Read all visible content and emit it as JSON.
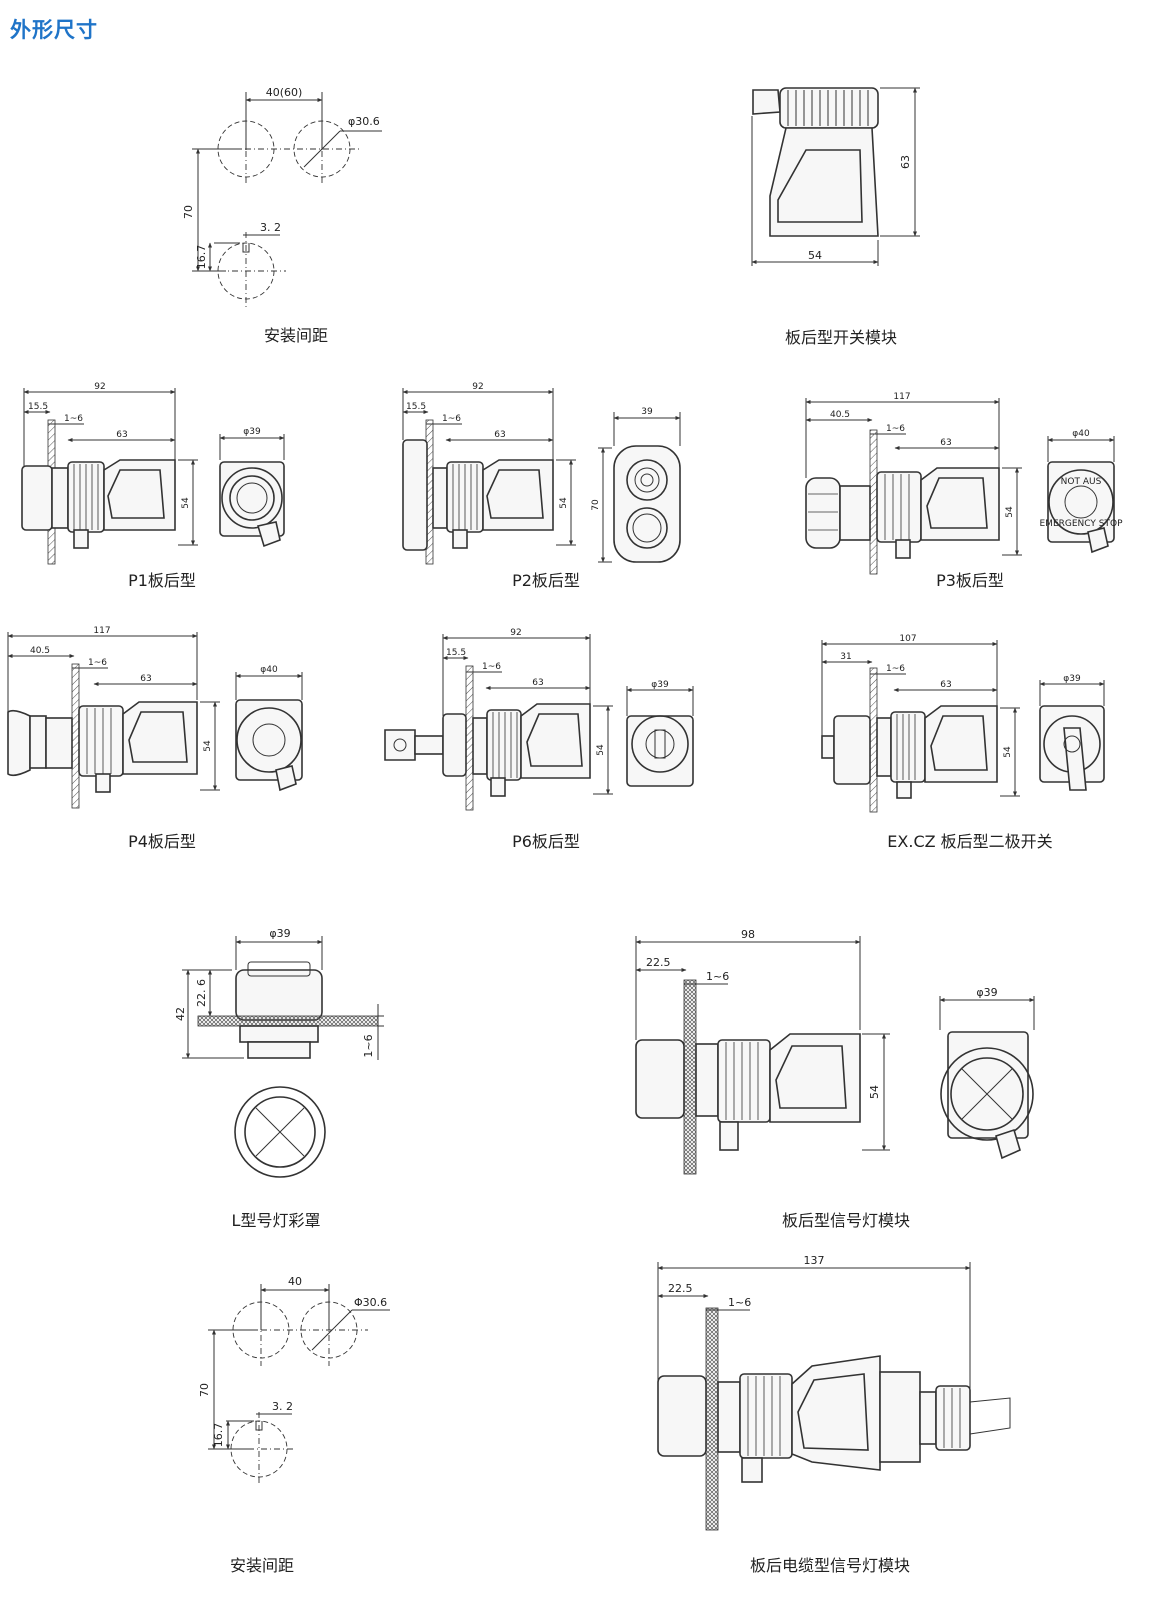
{
  "page_title": "外形尺寸",
  "captions": {
    "mount_spacing_top": "安装间距",
    "switch_module": "板后型开关模块",
    "p1": "P1板后型",
    "p2": "P2板后型",
    "p3": "P3板后型",
    "p4": "P4板后型",
    "p6": "P6板后型",
    "excz": "EX.CZ 板后型二极开关",
    "l_cover": "L型号灯彩罩",
    "lamp_module": "板后型信号灯模块",
    "mount_spacing_bottom": "安装间距",
    "cable_lamp_module": "板后电缆型信号灯模块"
  },
  "dims": {
    "spacing_top": {
      "pitch": "40(60)",
      "dia": "φ30.6",
      "height": "70",
      "key_w": "3. 2",
      "key_h": "16.7"
    },
    "switch_module": {
      "h": "63",
      "w": "54"
    },
    "p1": {
      "total": "92",
      "a": "15.5",
      "b": "1~6",
      "body": "63",
      "h": "54",
      "dia": "φ39"
    },
    "p2": {
      "total": "92",
      "a": "15.5",
      "b": "1~6",
      "body": "63",
      "h": "54",
      "w": "39",
      "hh": "70"
    },
    "p3": {
      "total": "117",
      "a": "40.5",
      "b": "1~6",
      "body": "63",
      "h": "54",
      "dia": "φ40"
    },
    "p4": {
      "total": "117",
      "a": "40.5",
      "b": "1~6",
      "body": "63",
      "h": "54",
      "dia": "φ40"
    },
    "p6": {
      "total": "92",
      "a": "15.5",
      "b": "1~6",
      "body": "63",
      "h": "54",
      "dia": "φ39"
    },
    "excz": {
      "total": "107",
      "a": "31",
      "b": "1~6",
      "body": "63",
      "h": "54",
      "dia": "φ39"
    },
    "l_cover": {
      "dia": "φ39",
      "a": "22. 6",
      "h": "42",
      "b": "1~6"
    },
    "lamp_module": {
      "total": "98",
      "a": "22.5",
      "b": "1~6",
      "h": "54",
      "dia": "φ39"
    },
    "spacing_bottom": {
      "pitch": "40",
      "dia": "Φ30.6",
      "height": "70",
      "key_w": "3. 2",
      "key_h": "16.7"
    },
    "cable_lamp": {
      "total": "137",
      "a": "22.5",
      "b": "1~6"
    }
  },
  "stop_labels": {
    "top": "NOT AUS",
    "bottom": "EMERGENCY STOP"
  },
  "colors": {
    "title": "#1f74c8",
    "line": "#333333"
  }
}
